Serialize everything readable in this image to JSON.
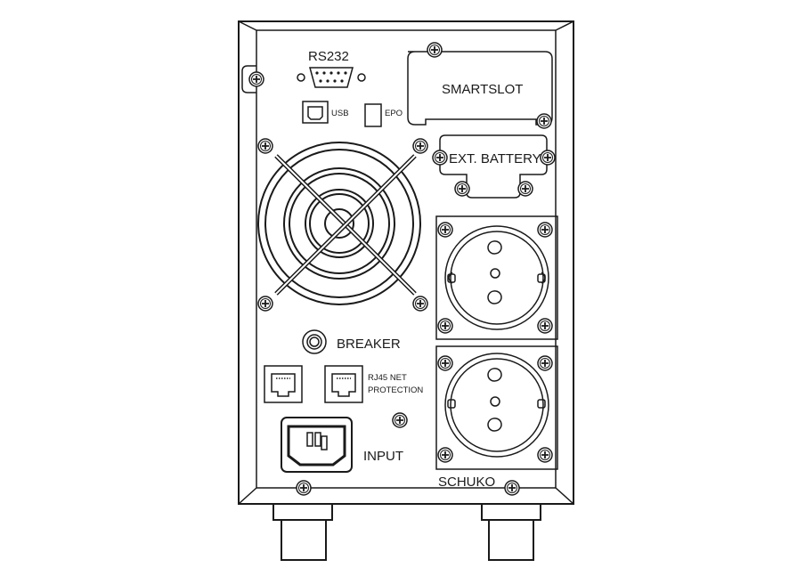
{
  "labels": {
    "rs232": "RS232",
    "usb": "USB",
    "epo": "EPO",
    "smartslot": "SMARTSLOT",
    "ext_battery": "EXT. BATTERY",
    "breaker": "BREAKER",
    "rj45_line1": "RJ45 NET",
    "rj45_line2": "PROTECTION",
    "input": "INPUT",
    "schuko": "SCHUKO"
  },
  "colors": {
    "line": "#1a1a1a",
    "background": "#ffffff"
  },
  "icons": [
    "screw-icon",
    "fan-grille-icon",
    "db9-port-icon",
    "usb-b-port-icon",
    "rj45-port-icon",
    "schuko-socket-icon",
    "iec-c14-inlet-icon",
    "breaker-button-icon"
  ]
}
